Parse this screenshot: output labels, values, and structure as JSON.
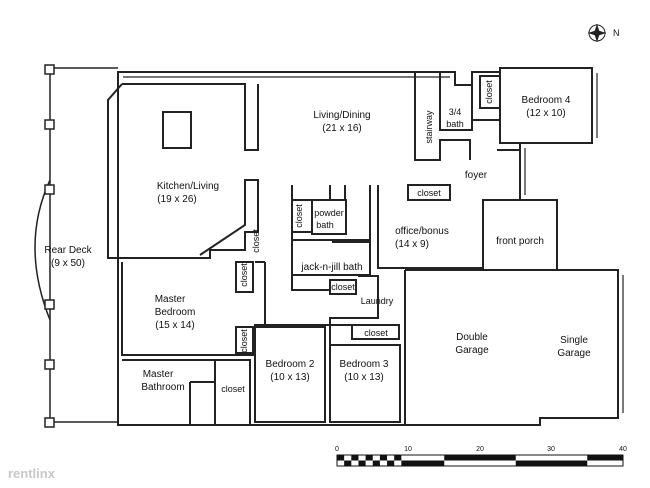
{
  "rooms": {
    "living_dining": {
      "name": "Living/Dining",
      "dims": "(21 x 16)"
    },
    "kitchen_living": {
      "name": "Kitchen/Living",
      "dims": "(19 x 26)"
    },
    "rear_deck": {
      "name": "Rear Deck",
      "dims": "(9 x 50)"
    },
    "master_bedroom": {
      "name1": "Master",
      "name2": "Bedroom",
      "dims": "(15 x 14)"
    },
    "master_bathroom": {
      "name1": "Master",
      "name2": "Bathroom"
    },
    "bedroom2": {
      "name": "Bedroom 2",
      "dims": "(10 x 13)"
    },
    "bedroom3": {
      "name": "Bedroom 3",
      "dims": "(10 x 13)"
    },
    "bedroom4": {
      "name": "Bedroom 4",
      "dims": "(12 x 10)"
    },
    "three_quarter_bath": {
      "name1": "3/4",
      "name2": "bath"
    },
    "stairway": {
      "name": "stairway"
    },
    "foyer": {
      "name": "foyer"
    },
    "office_bonus": {
      "name": "office/bonus",
      "dims": "(14 x 9)"
    },
    "front_porch": {
      "name": "front porch"
    },
    "powder_bath": {
      "name1": "powder",
      "name2": "bath"
    },
    "jack_n_jill_bath": {
      "name": "jack-n-jill bath"
    },
    "laundry": {
      "name": "Laundry"
    },
    "double_garage": {
      "name1": "Double",
      "name2": "Garage"
    },
    "single_garage": {
      "name1": "Single",
      "name2": "Garage"
    }
  },
  "closets": {
    "label": "closet"
  },
  "compass": {
    "letter": "N"
  },
  "scale": {
    "ticks": [
      "0",
      "10",
      "20",
      "30",
      "40"
    ]
  },
  "watermark": "rentlinx"
}
